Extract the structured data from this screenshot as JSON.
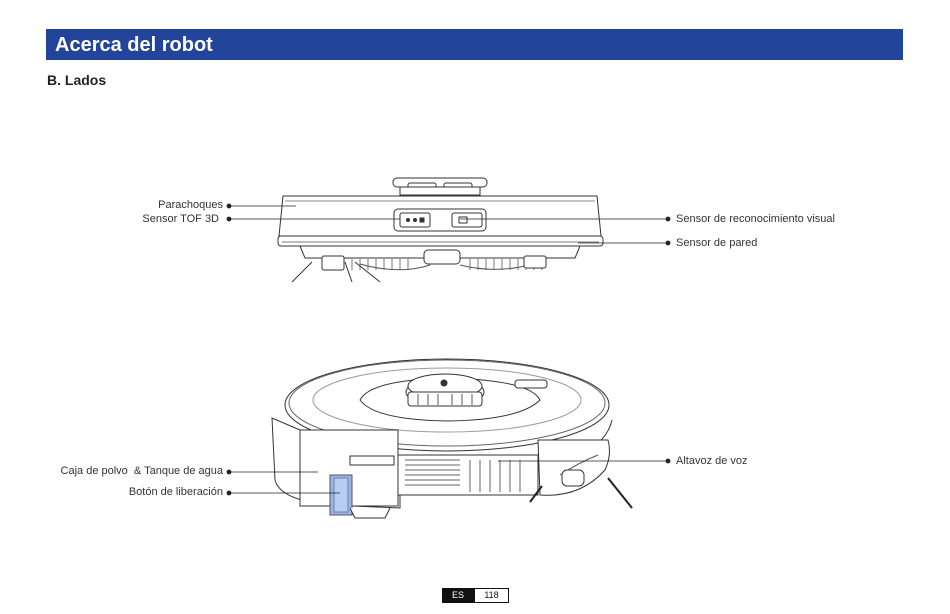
{
  "header": {
    "title": "Acerca del robot"
  },
  "section": {
    "title": "B. Lados"
  },
  "labels": {
    "bumper": "Parachoques",
    "tof_sensor": "Sensor TOF 3D",
    "visual_sensor": "Sensor de reconocimiento visual",
    "wall_sensor": "Sensor de pared",
    "dust_box": "Caja de polvo  & Tanque de agua",
    "release_button": "Botón de liberación",
    "speaker": "Altavoz de voz"
  },
  "footer": {
    "lang": "ES",
    "page": "118"
  }
}
